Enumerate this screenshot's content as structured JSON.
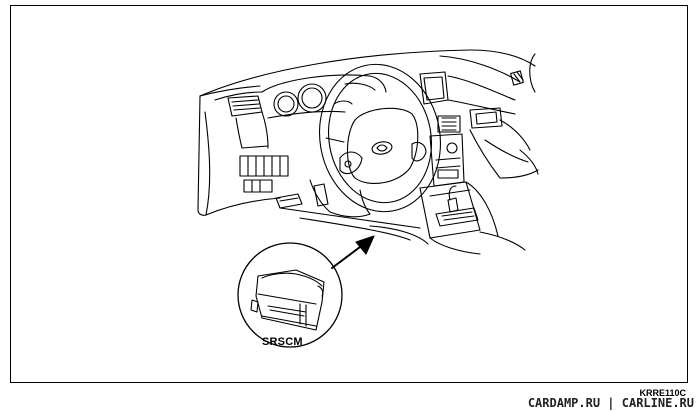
{
  "figure": {
    "component_label": "SRSCM",
    "figure_code": "KRRE110C",
    "watermark": "CARDAMP.RU | CARLINE.RU"
  },
  "colors": {
    "line": "#000000",
    "background": "#ffffff"
  }
}
